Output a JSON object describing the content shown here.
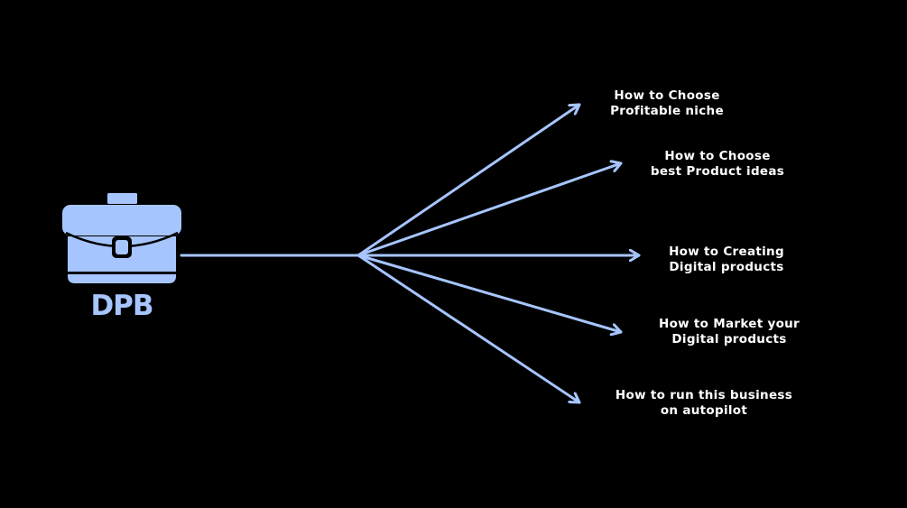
{
  "colors": {
    "background": "#000000",
    "accent": "#a6c5ff",
    "text": "#ffffff"
  },
  "logo": {
    "icon": "briefcase-icon",
    "text": "DPB"
  },
  "branches": [
    {
      "lines": [
        "How to Choose",
        "Profitable niche"
      ]
    },
    {
      "lines": [
        "How to Choose",
        "best Product ideas"
      ]
    },
    {
      "lines": [
        "How to Creating",
        "Digital products"
      ]
    },
    {
      "lines": [
        "How to Market your",
        "Digital products"
      ]
    },
    {
      "lines": [
        "How to run this business",
        "on autopilot"
      ]
    }
  ]
}
